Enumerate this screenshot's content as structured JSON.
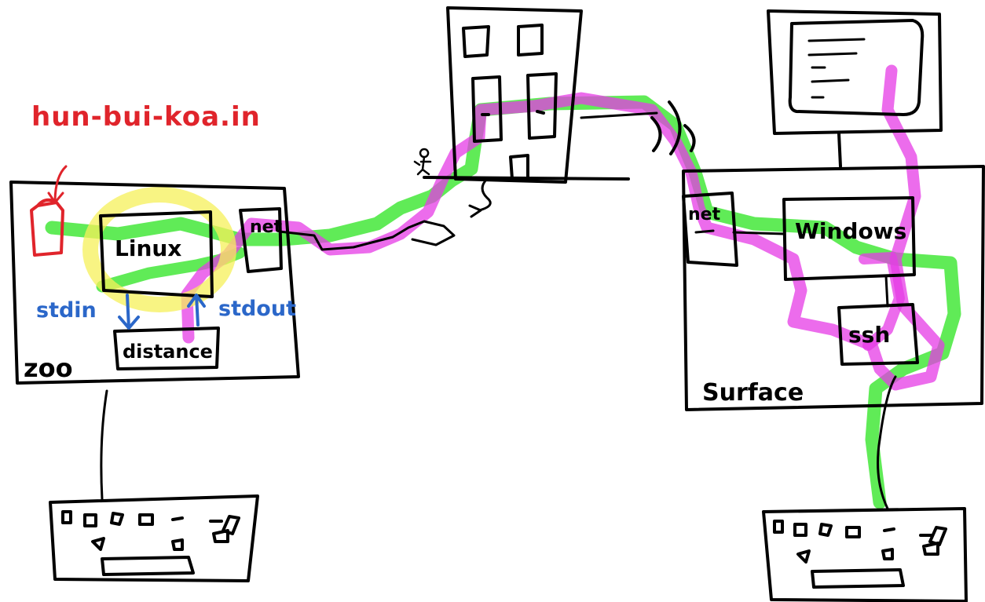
{
  "title": "hun-bui-koa.in",
  "left_machine": {
    "name": "zoo",
    "os_label": "Linux",
    "program_label": "distance",
    "input_label": "stdin",
    "output_label": "stdout",
    "net_label": "net"
  },
  "right_machine": {
    "name": "Surface",
    "os_label": "Windows",
    "program_label": "ssh",
    "net_label": "net"
  },
  "colors": {
    "ink": "#000000",
    "title_red": "#e0242b",
    "stream_blue": "#2b67c9",
    "highlight_yellow": "#f5f05a",
    "path_green": "#44e83a",
    "path_magenta": "#e53be6"
  },
  "icons": [
    "red-bucket-icon",
    "building-icon",
    "person-icon",
    "wifi-waves-icon",
    "monitor-icon",
    "keyboard-icon"
  ]
}
